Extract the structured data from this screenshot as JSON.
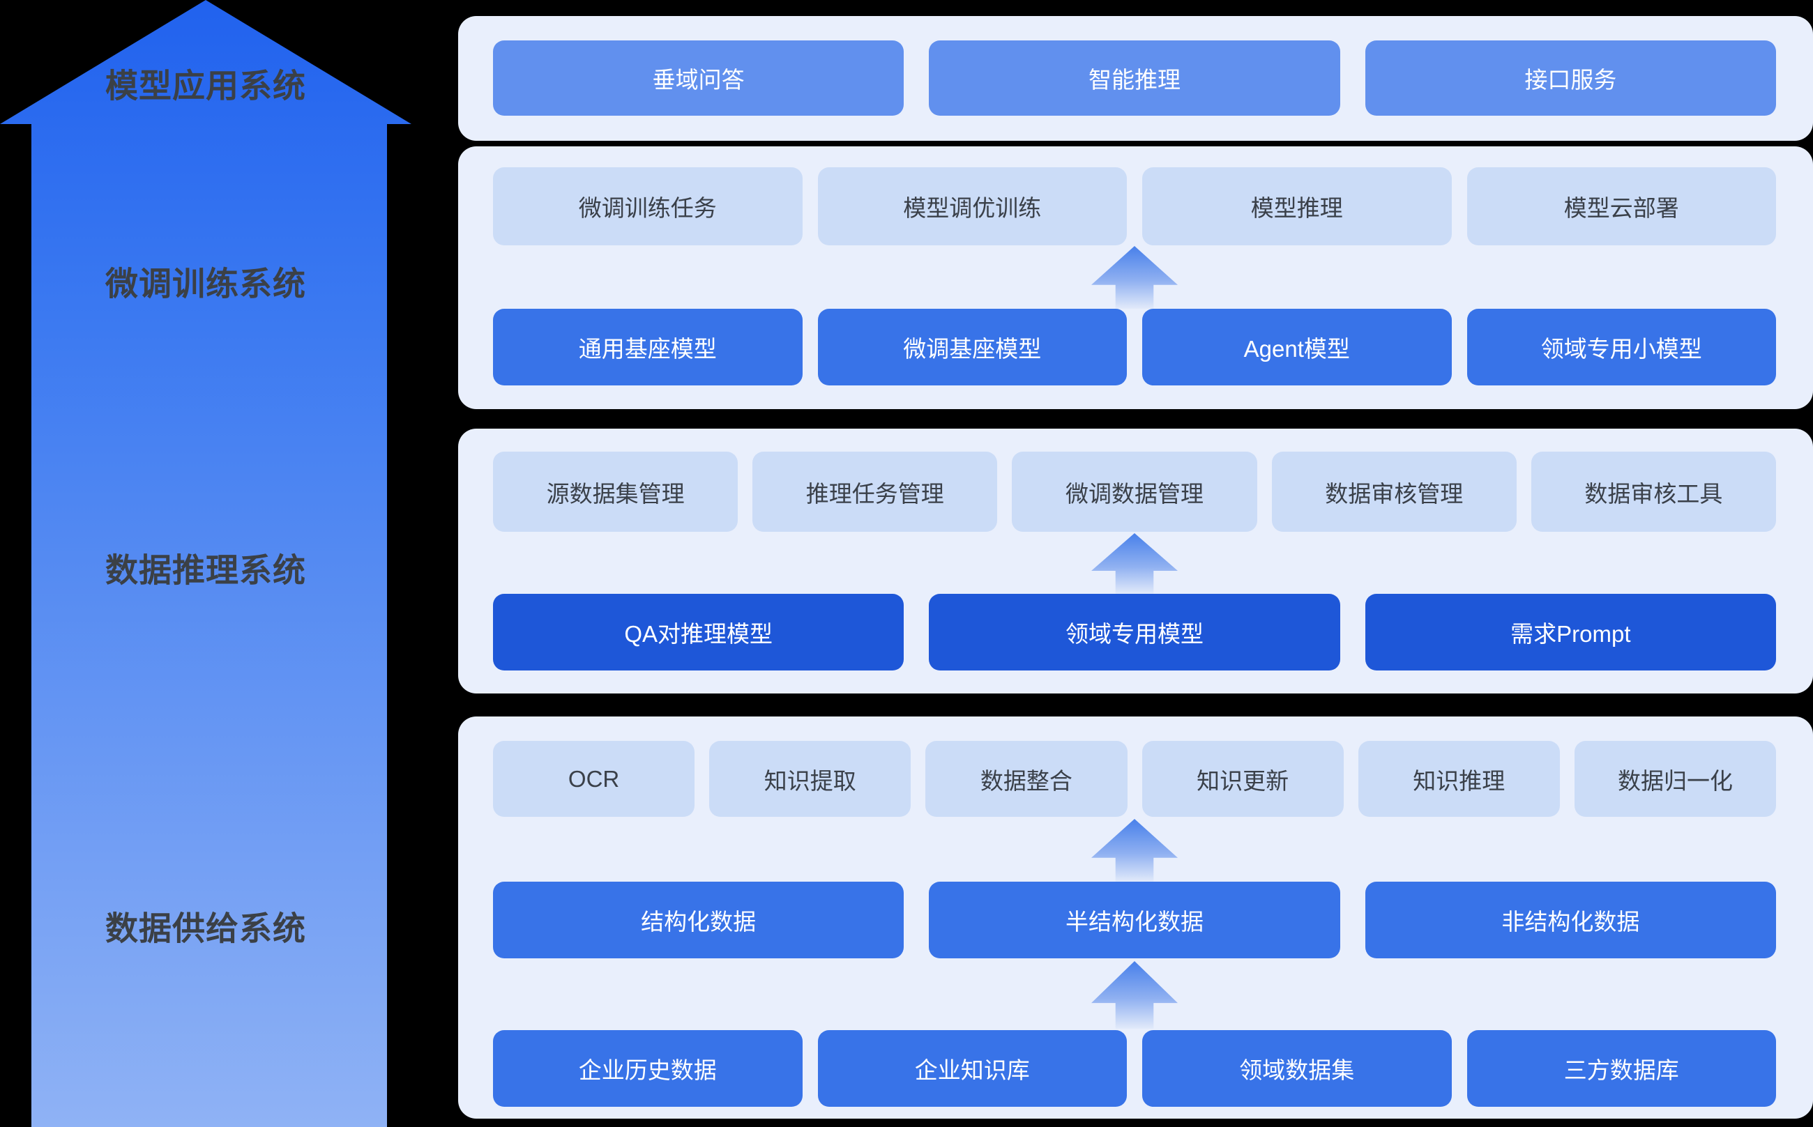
{
  "colors": {
    "background": "#000000",
    "big_arrow_top": "#2162EE",
    "big_arrow_bottom": "#8FB2F5",
    "panel_bg": "#E9EFFC",
    "light_box": "#CBDCF7",
    "periwinkle_box": "#6190EE",
    "medium_box": "#3873E8",
    "dark_box": "#1E57D8",
    "label_text": "#3B4046"
  },
  "arrow": {
    "labels": [
      "模型应用系统",
      "微调训练系统",
      "数据推理系统",
      "数据供给系统"
    ]
  },
  "panels": {
    "model_application": {
      "buttons": [
        "垂域问答",
        "智能推理",
        "接口服务"
      ]
    },
    "finetune_training": {
      "capability_row": [
        "微调训练任务",
        "模型调优训练",
        "模型推理",
        "模型云部署"
      ],
      "model_row": [
        "通用基座模型",
        "微调基座模型",
        "Agent模型",
        "领域专用小模型"
      ]
    },
    "data_inference": {
      "management_row": [
        "源数据集管理",
        "推理任务管理",
        "微调数据管理",
        "数据审核管理",
        "数据审核工具"
      ],
      "model_row": [
        "QA对推理模型",
        "领域专用模型",
        "需求Prompt"
      ]
    },
    "data_supply": {
      "processing_row": [
        "OCR",
        "知识提取",
        "数据整合",
        "知识更新",
        "知识推理",
        "数据归一化"
      ],
      "data_type_row": [
        "结构化数据",
        "半结构化数据",
        "非结构化数据"
      ],
      "source_row": [
        "企业历史数据",
        "企业知识库",
        "领域数据集",
        "三方数据库"
      ]
    }
  }
}
